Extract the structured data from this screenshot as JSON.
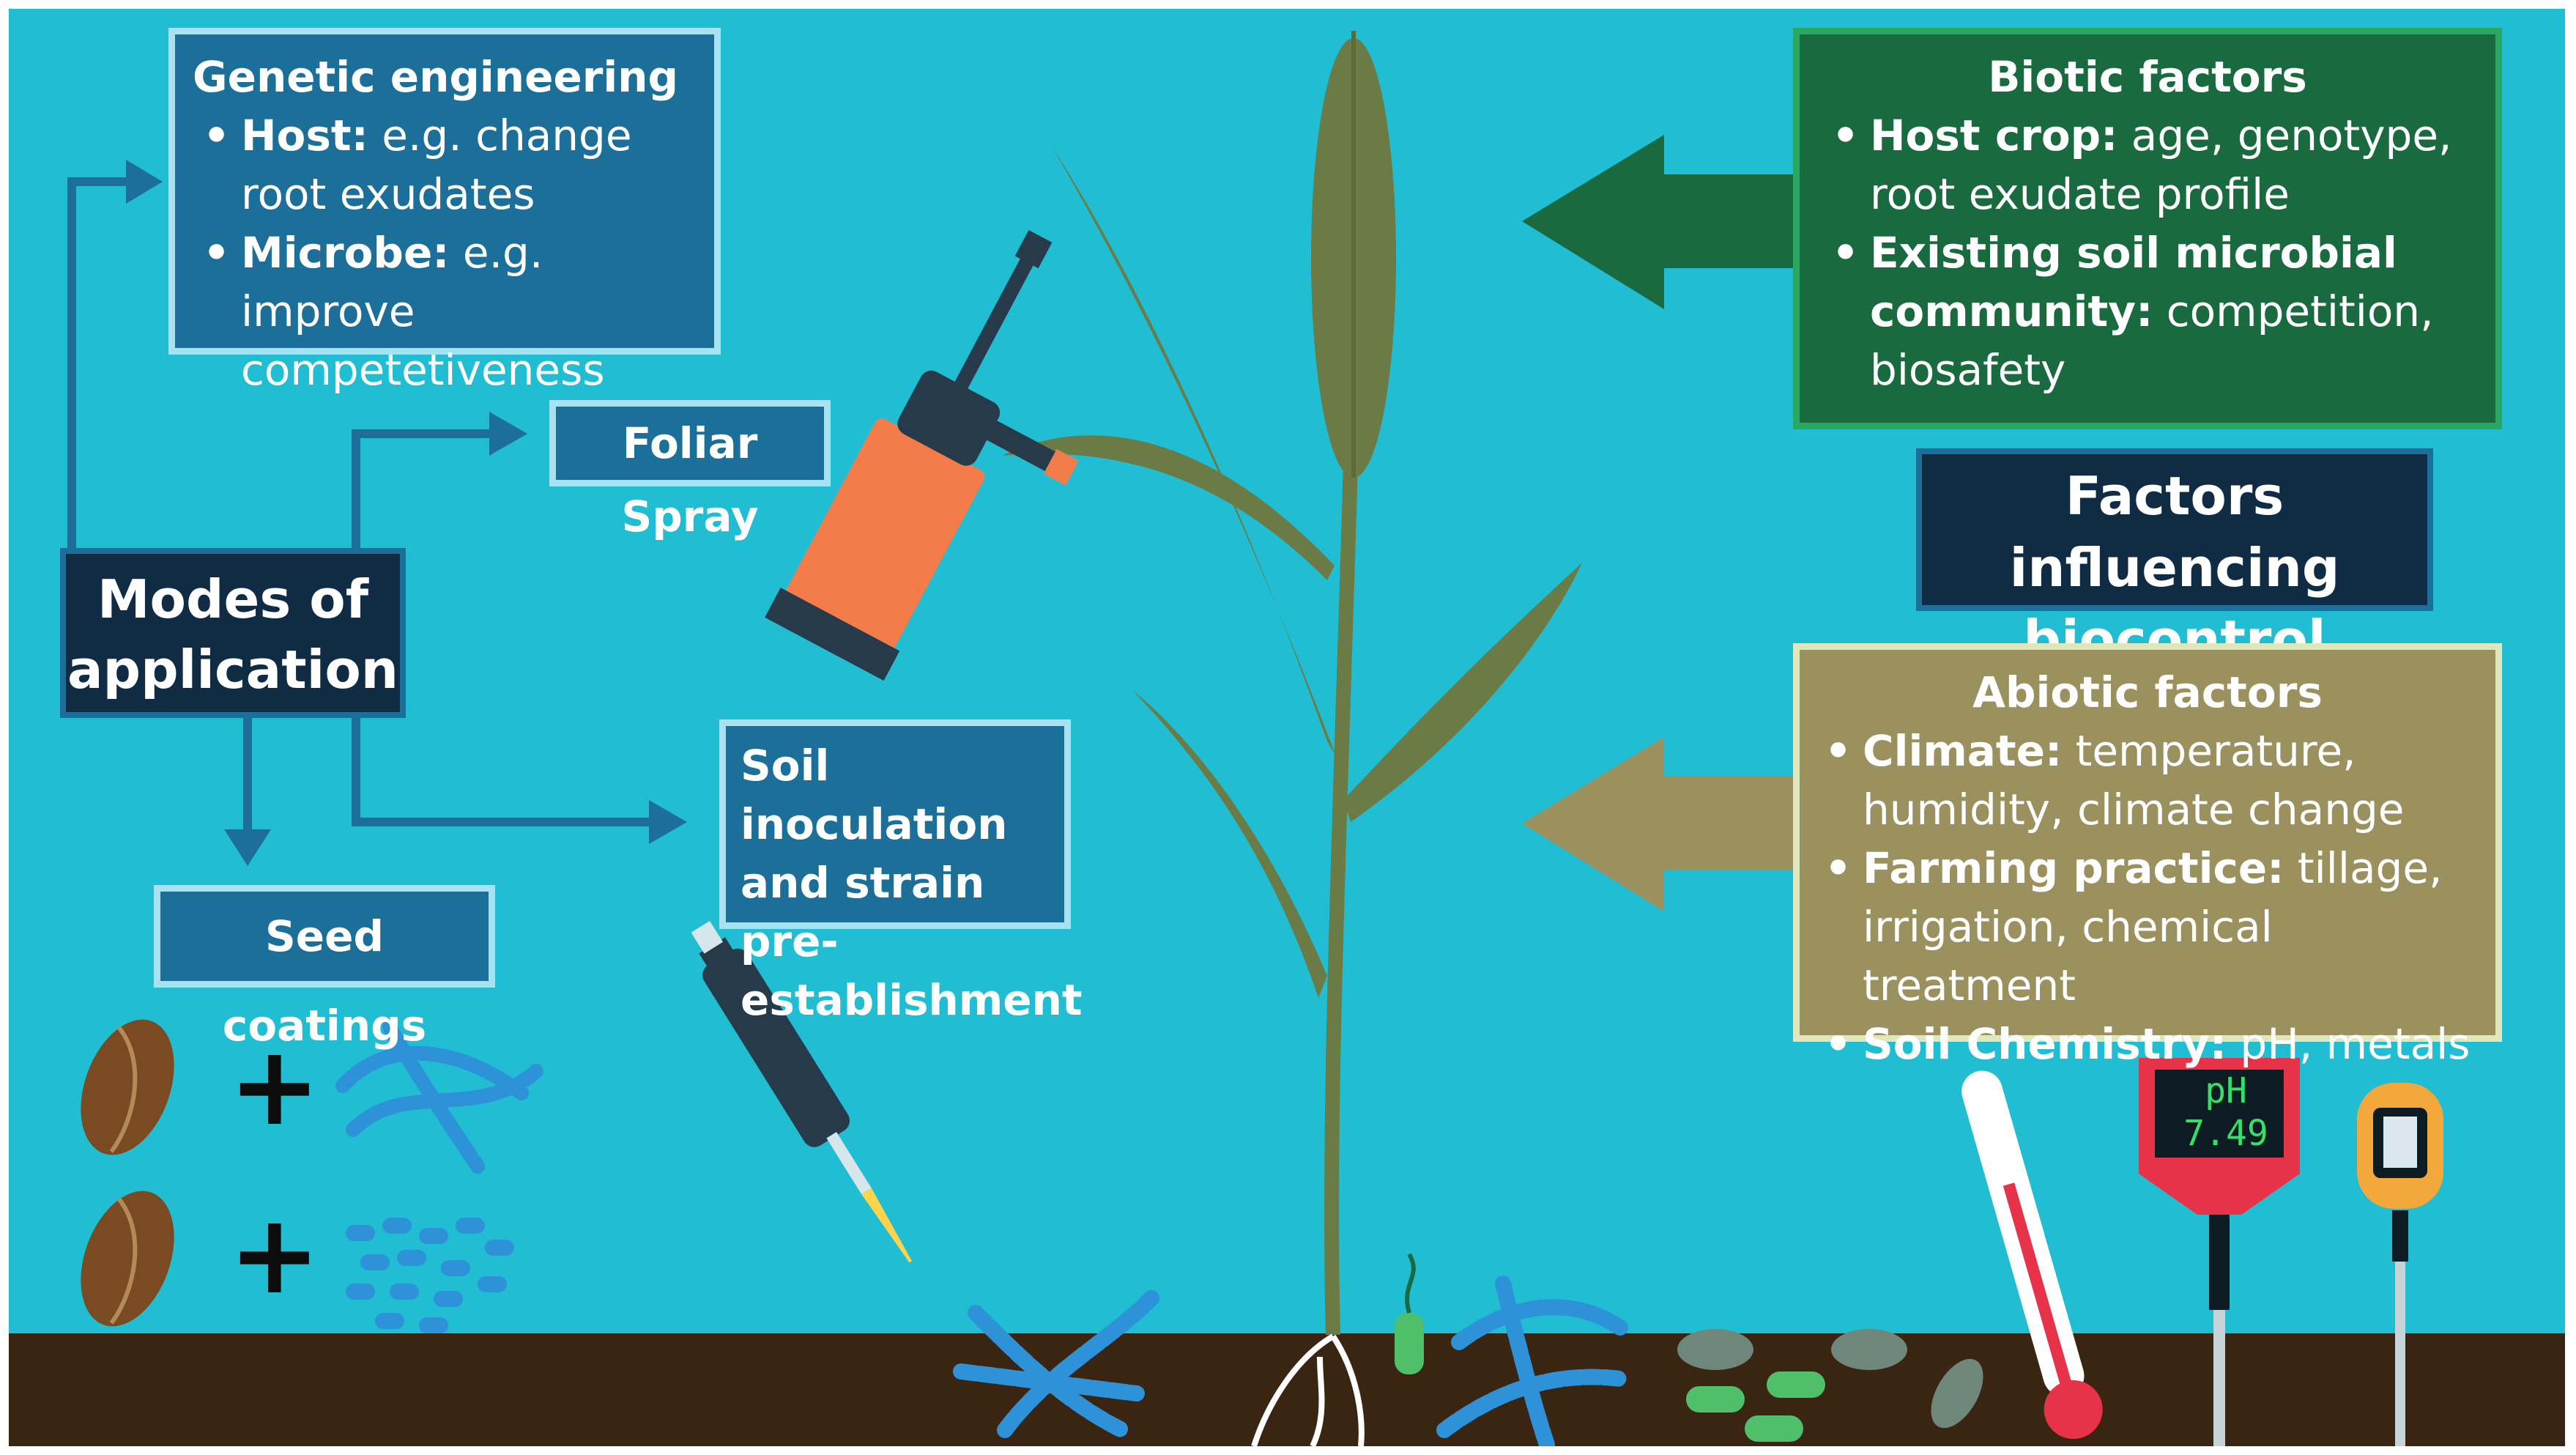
{
  "colors": {
    "background": "#21bdd2",
    "soil": "#3a2412",
    "box_blue": "#1c6f98",
    "box_border": "#a6e2f2",
    "dark_navy": "#0f2c44",
    "biotic_green": "#1a6a40",
    "abiotic_olive": "#9b915f",
    "plant": "#6b7b45"
  },
  "genetic": {
    "title": "Genetic engineering",
    "items": [
      {
        "label": "Host:",
        "text": " e.g.  change root exudates"
      },
      {
        "label": "Microbe:",
        "text": " e.g. improve competetiveness"
      }
    ]
  },
  "foliar": {
    "label": "Foliar Spray"
  },
  "modes": {
    "line1": "Modes of",
    "line2": "application"
  },
  "soil": {
    "line1": "Soil inoculation",
    "line2": "and strain pre-",
    "line3": "establishment"
  },
  "seed": {
    "label": "Seed coatings"
  },
  "seed_icons": {
    "plus": "+"
  },
  "biotic": {
    "title": "Biotic factors",
    "items": [
      {
        "label": "Host crop:",
        "text": " age, genotype, root exudate profile"
      },
      {
        "label": "Existing soil microbial community:",
        "text": " competition, biosafety"
      }
    ]
  },
  "factors": {
    "line1": "Factors influencing",
    "line2": "biocontrol efficacy"
  },
  "abiotic": {
    "title": "Abiotic factors",
    "items": [
      {
        "label": "Climate:",
        "text": " temperature, humidity, climate change"
      },
      {
        "label": "Farming practice:",
        "text": " tillage, irrigation, chemical treatment"
      },
      {
        "label": "Soil Chemistry:",
        "text": " pH, metals"
      }
    ]
  },
  "ph_meter": {
    "unit": "pH",
    "value": "7.49"
  }
}
